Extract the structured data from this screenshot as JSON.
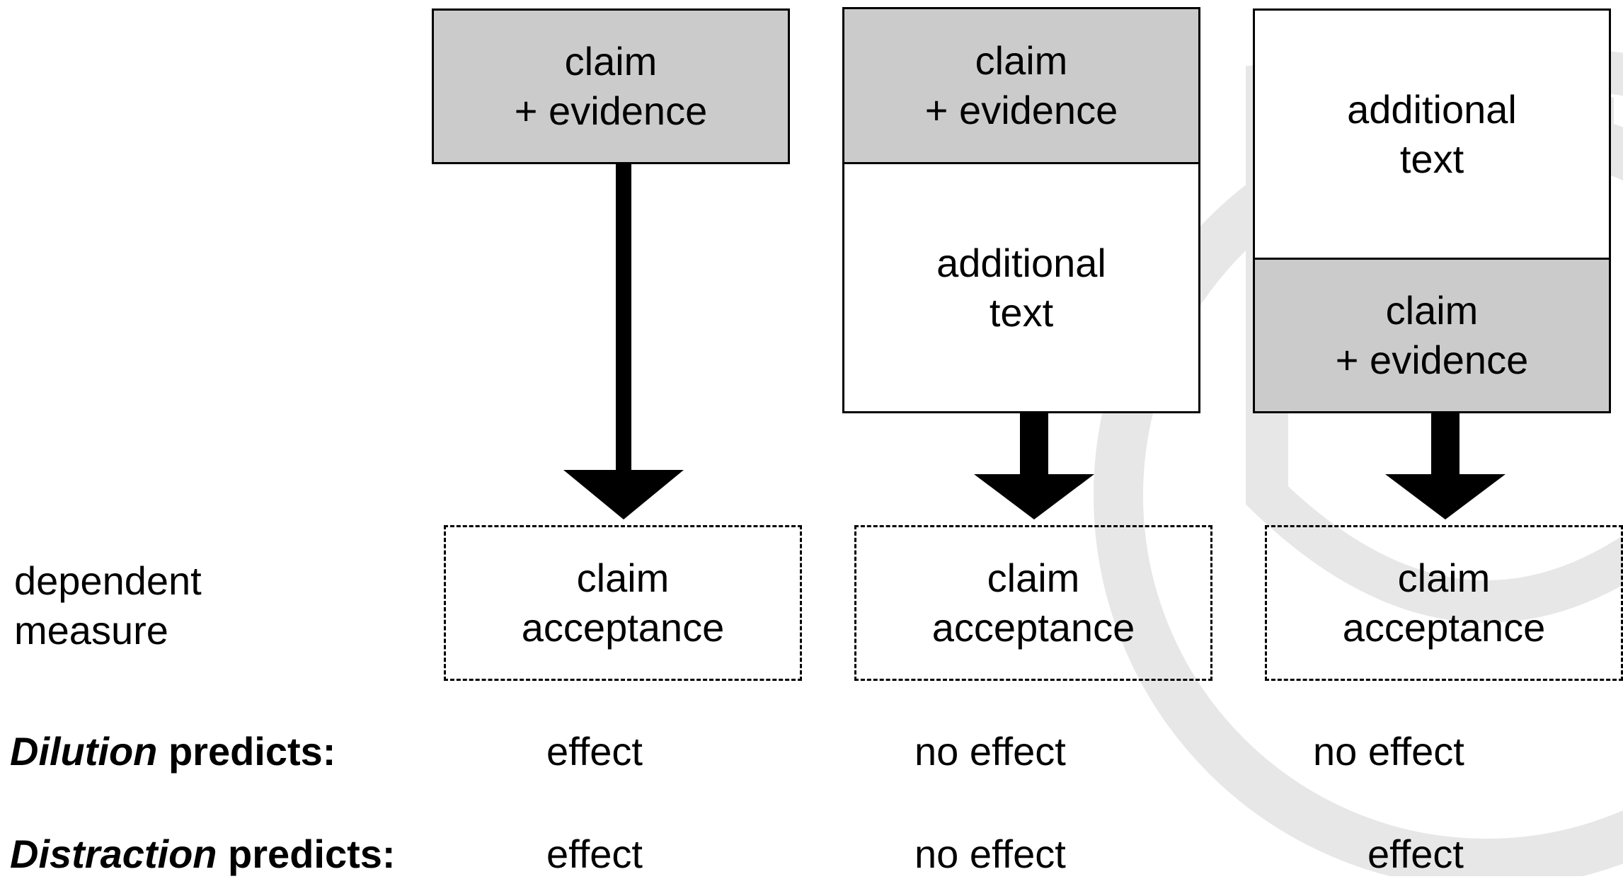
{
  "conditions": [
    {
      "stack": [
        {
          "shade": "gray",
          "line1": "claim",
          "line2": "+ evidence"
        }
      ],
      "measure": {
        "line1": "claim",
        "line2": "acceptance"
      },
      "dilution": "effect",
      "distraction": "effect"
    },
    {
      "stack": [
        {
          "shade": "gray",
          "line1": "claim",
          "line2": "+ evidence"
        },
        {
          "shade": "white",
          "line1": "additional",
          "line2": "text"
        }
      ],
      "measure": {
        "line1": "claim",
        "line2": "acceptance"
      },
      "dilution": "no effect",
      "distraction": "no effect"
    },
    {
      "stack": [
        {
          "shade": "white",
          "line1": "additional",
          "line2": "text"
        },
        {
          "shade": "gray",
          "line1": "claim",
          "line2": "+ evidence"
        }
      ],
      "measure": {
        "line1": "claim",
        "line2": "acceptance"
      },
      "dilution": "no effect",
      "distraction": "effect"
    }
  ],
  "row_labels": {
    "measure": {
      "line1": "dependent",
      "line2": "measure"
    },
    "dilution": {
      "italic": "Dilution",
      "rest": " predicts:"
    },
    "distraction": {
      "italic": "Distraction",
      "rest": " predicts:"
    }
  },
  "colors": {
    "gray_fill": "#cbcbcb",
    "stroke": "#000000"
  }
}
